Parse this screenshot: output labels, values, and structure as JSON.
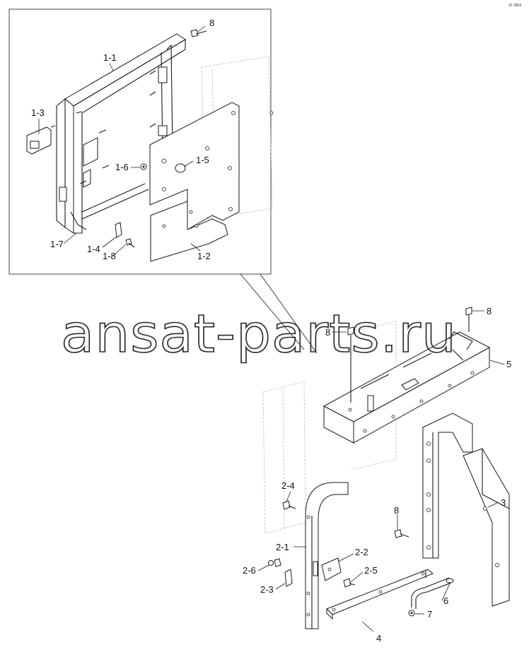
{
  "watermark": "ansat-parts.ru",
  "corner_code": "JF 2804",
  "callouts": {
    "c_1_1": "1-1",
    "c_1_2": "1-2",
    "c_1_3": "1-3",
    "c_1_4": "1-4",
    "c_1_5": "1-5",
    "c_1_6": "1-6",
    "c_1_7": "1-7",
    "c_1_8": "1-8",
    "c_8_detail": "8",
    "c_2_1": "2-1",
    "c_2_2": "2-2",
    "c_2_3": "2-3",
    "c_2_4": "2-4",
    "c_2_5": "2-5",
    "c_2_6": "2-6",
    "c_3": "3",
    "c_4": "4",
    "c_5": "5",
    "c_6": "6",
    "c_7": "7",
    "c_8_top_right": "8",
    "c_8_top_left": "8",
    "c_8_mid": "8"
  }
}
